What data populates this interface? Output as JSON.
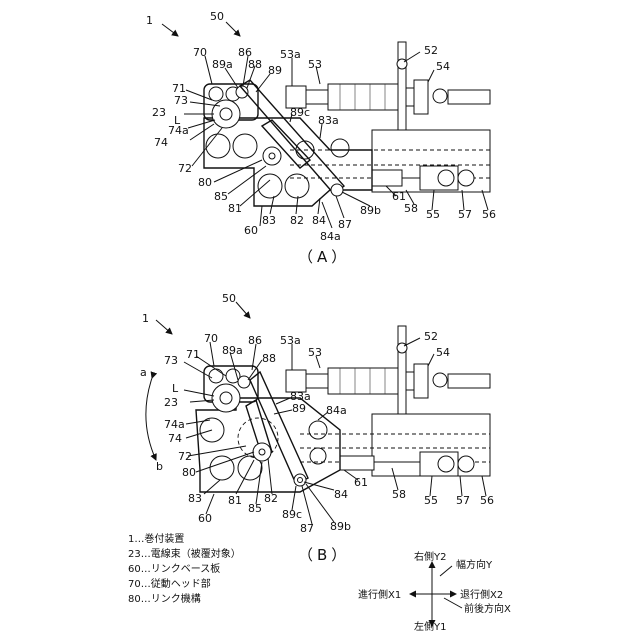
{
  "figure_a": {
    "caption": "（A）",
    "labels": {
      "device": "1",
      "group50": "50",
      "l70": "70",
      "l89a": "89a",
      "l86": "86",
      "l88": "88",
      "l89": "89",
      "l53a": "53a",
      "l53": "53",
      "l52": "52",
      "l54": "54",
      "l71": "71",
      "l73": "73",
      "l23": "23",
      "lL": "L",
      "l74a": "74a",
      "l74": "74",
      "l72": "72",
      "l89c": "89c",
      "l83a": "83a",
      "l80": "80",
      "l85": "85",
      "l81": "81",
      "l83": "83",
      "l82": "82",
      "l84": "84",
      "l87": "87",
      "l89b": "89b",
      "l84a": "84a",
      "l60": "60",
      "l61": "61",
      "l58": "58",
      "l55": "55",
      "l57": "57",
      "l56": "56"
    }
  },
  "figure_b": {
    "caption": "（B）",
    "labels": {
      "device": "1",
      "group50": "50",
      "l70": "70",
      "l86": "86",
      "l53a": "53a",
      "l53": "53",
      "l52": "52",
      "l54": "54",
      "l73": "73",
      "l71": "71",
      "l89a": "89a",
      "l88": "88",
      "la": "a",
      "lL": "L",
      "l23": "23",
      "l83a": "83a",
      "l89": "89",
      "l74a": "74a",
      "l74": "74",
      "l84a": "84a",
      "lb": "b",
      "l72": "72",
      "l80": "80",
      "l61": "61",
      "l83": "83",
      "l81": "81",
      "l85": "85",
      "l82": "82",
      "l84": "84",
      "l58": "58",
      "l55": "55",
      "l57": "57",
      "l56": "56",
      "l60": "60",
      "l89c": "89c",
      "l87": "87",
      "l89b": "89b"
    }
  },
  "legend": [
    "1…巻付装置",
    "23…電線束（被覆対象）",
    "60…リンクベース板",
    "70…従動ヘッド部",
    "80…リンク機構"
  ],
  "axes": {
    "right_y2": "右側Y2",
    "width_y": "幅方向Y",
    "forward_x1": "進行側X1",
    "backward_x2": "退行側X2",
    "front_back_x": "前後方向X",
    "left_y1": "左側Y1"
  }
}
